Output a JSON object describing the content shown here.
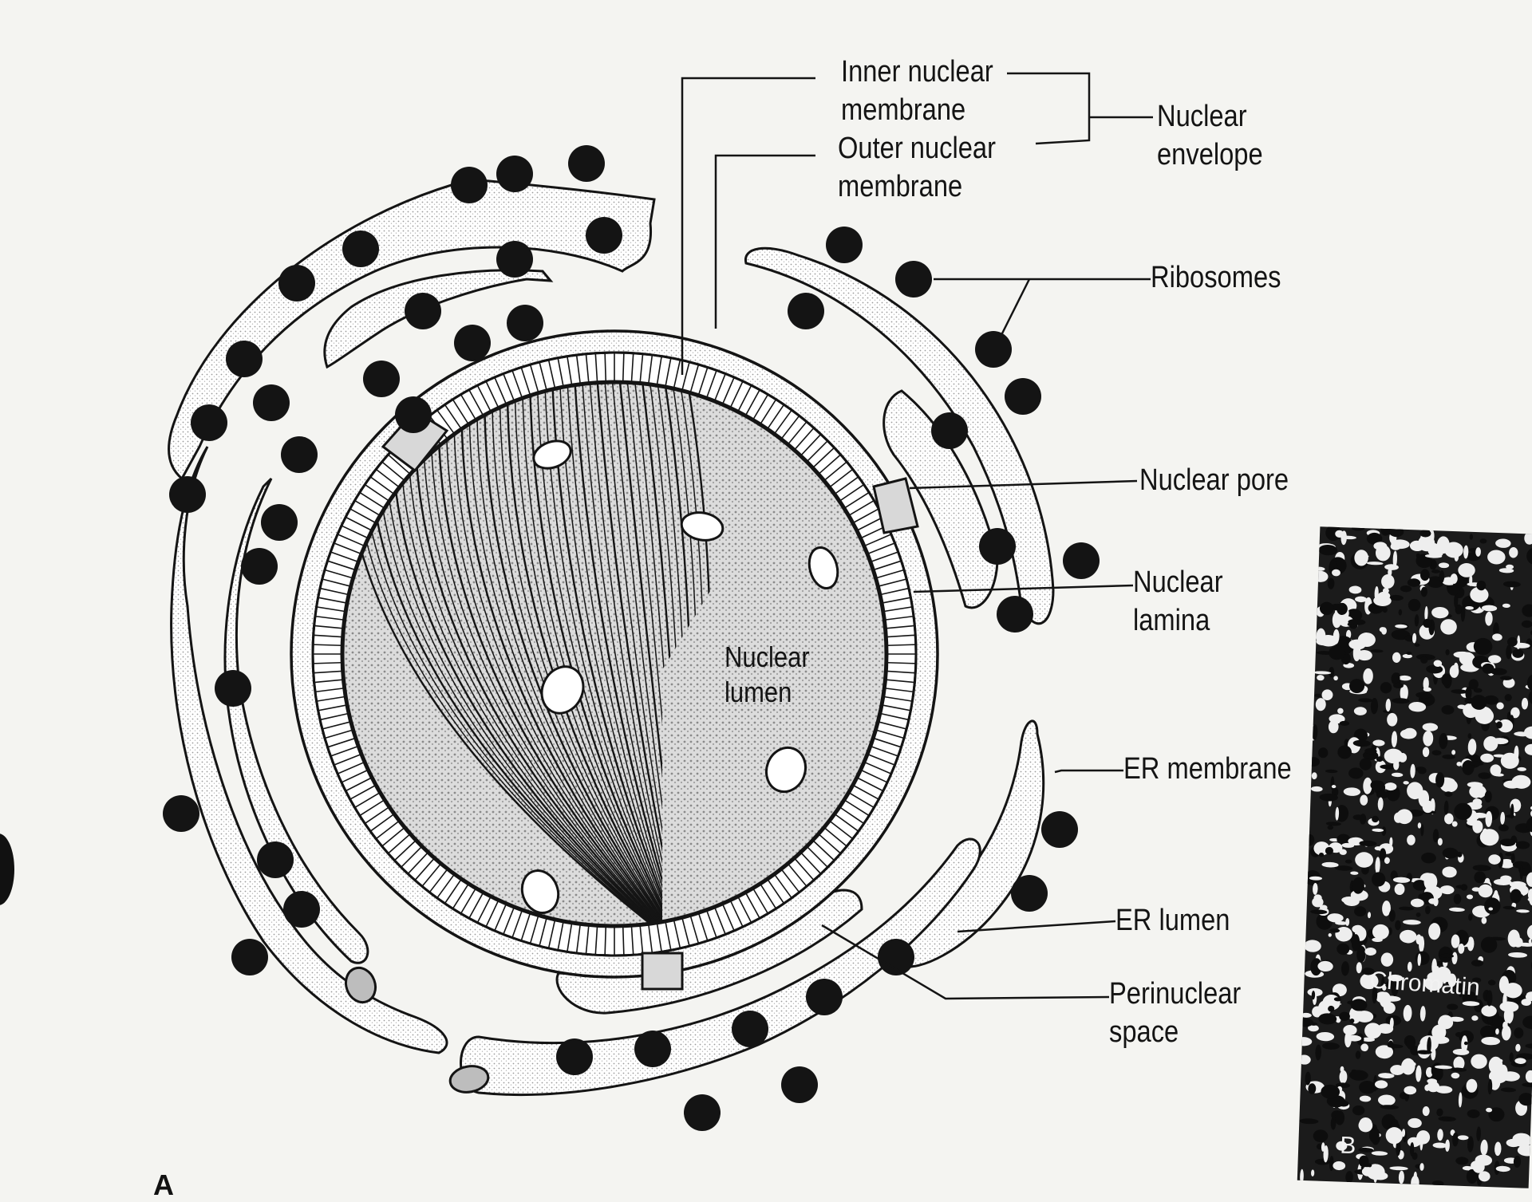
{
  "labels": {
    "inner_nuclear_membrane": [
      "Inner nuclear",
      "membrane"
    ],
    "outer_nuclear_membrane": [
      "Outer nuclear",
      "membrane"
    ],
    "nuclear_envelope": [
      "Nuclear",
      "envelope"
    ],
    "ribosomes": "Ribosomes",
    "nuclear_pore": "Nuclear pore",
    "nuclear_lamina": [
      "Nuclear",
      "lamina"
    ],
    "nuclear_lumen": [
      "Nuclear",
      "lumen"
    ],
    "er_membrane": "ER membrane",
    "er_lumen": "ER lumen",
    "perinuclear_space": [
      "Perinuclear",
      "space"
    ]
  },
  "panel_a_letter": "A",
  "panel_b": {
    "letter": "B",
    "caption": "Chromatin"
  },
  "colors": {
    "ink": "#141414",
    "paper": "#f4f4f1",
    "membrane_fill": "#ffffff",
    "stipple": "#d9d9d9"
  }
}
